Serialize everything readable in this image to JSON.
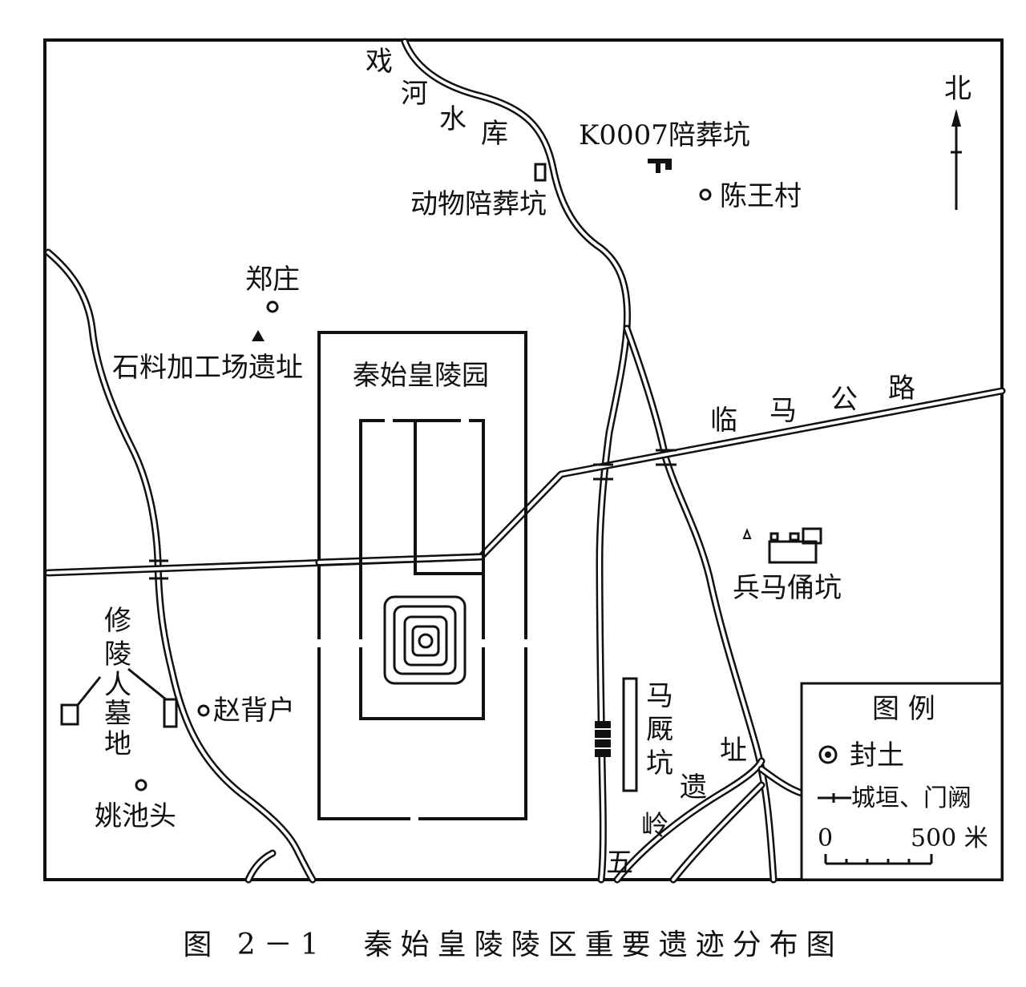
{
  "labels": {
    "reservoir": [
      "戏",
      "河",
      "水",
      "库"
    ],
    "k0007": "K0007陪葬坑",
    "animal_pit": "动物陪葬坑",
    "chenwangcun": "陈王村",
    "north": "北",
    "zhengzhuang": "郑庄",
    "stone_workshop": "石料加工场遗址",
    "mausoleum_park": "秦始皇陵园",
    "road": [
      "临",
      "马",
      "公",
      "路"
    ],
    "terracotta": "兵马俑坑",
    "worker_cemetery": [
      "修",
      "陵",
      "人",
      "墓",
      "地"
    ],
    "zhaobeihu": "赵背户",
    "yaochitou": "姚池头",
    "stable_pits": [
      "马",
      "厩",
      "坑"
    ],
    "wuling_site": [
      "五",
      "岭",
      "遗",
      "址"
    ]
  },
  "legend": {
    "title": "图 例",
    "mound": "封土",
    "wall_gate": "城垣、门阙",
    "scale_zero": "0",
    "scale_end": "500 米"
  },
  "caption": "图 2－1　秦始皇陵陵区重要遗迹分布图"
}
